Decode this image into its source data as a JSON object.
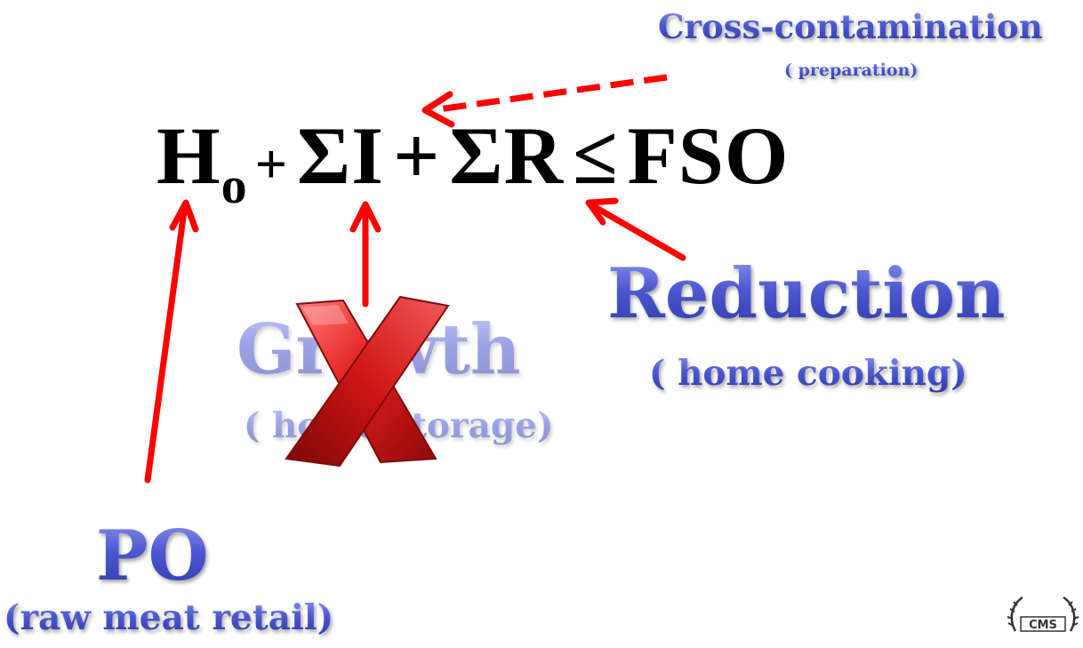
{
  "equation": {
    "h": "H",
    "h_sub": "o",
    "plus1": "+",
    "sum_i": "ΣI",
    "plus2": "+",
    "sum_r": "ΣR",
    "leq": "≤",
    "fso": "FSO"
  },
  "labels": {
    "cross_title": "Cross-contamination",
    "cross_sub": "( preparation)",
    "reduction_title": "Reduction",
    "reduction_sub": "( home cooking)",
    "growth_title": "Growth",
    "growth_sub": "( home storage)",
    "po_title": "PO",
    "po_sub": "(raw meat retail)"
  },
  "logo": {
    "text": "CMS"
  },
  "colors": {
    "arrow": "#ff0000",
    "label_blue": "#4a55c8",
    "cross": "#d21a1a"
  }
}
